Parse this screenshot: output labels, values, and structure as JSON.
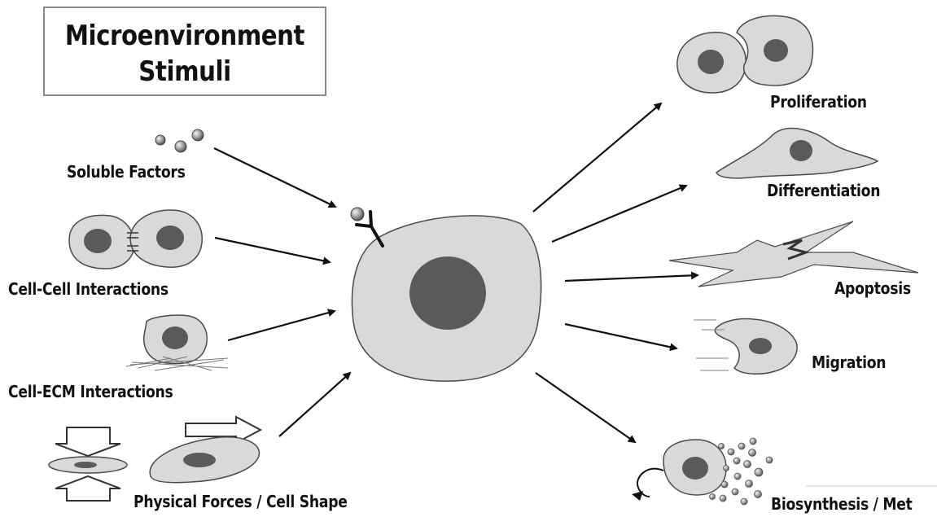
{
  "title": {
    "line1": "Microenvironment",
    "line2": "Stimuli"
  },
  "inputs": [
    {
      "label": "Soluble Factors"
    },
    {
      "label": "Cell-Cell Interactions"
    },
    {
      "label": "Cell-ECM Interactions"
    },
    {
      "label": "Physical Forces / Cell Shape"
    }
  ],
  "outputs": [
    {
      "label": "Proliferation"
    },
    {
      "label": "Differentiation"
    },
    {
      "label": "Apoptosis"
    },
    {
      "label": "Migration"
    },
    {
      "label": "Biosynthesis / Met"
    }
  ],
  "colors": {
    "cell_fill": "#d9d9d9",
    "nucleus_fill": "#5a5a5a",
    "outline": "#4a4a4a",
    "arrow": "#111111"
  }
}
